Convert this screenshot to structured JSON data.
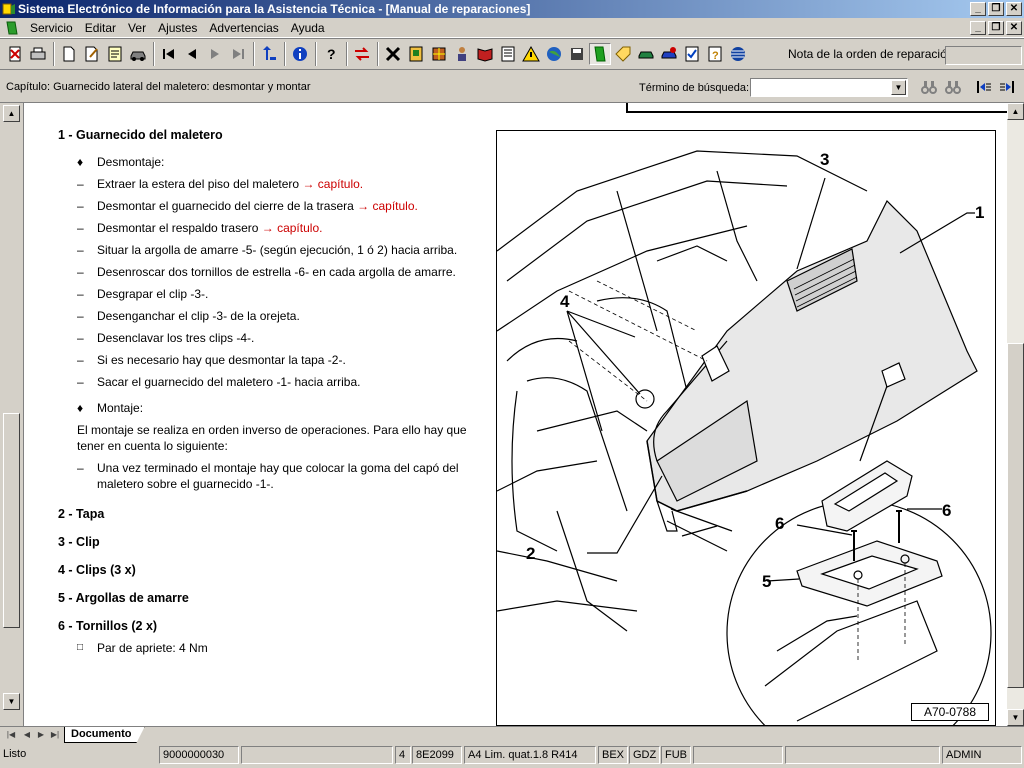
{
  "window": {
    "title": "Sistema Electrónico de Información para la Asistencia Técnica - [Manual de reparaciones]"
  },
  "menu": {
    "items": [
      "Servicio",
      "Editar",
      "Ver",
      "Ajustes",
      "Advertencias",
      "Ayuda"
    ]
  },
  "toolbar": {
    "nota_label": "Nota de la orden de reparación:",
    "nota_value": ""
  },
  "chapter": {
    "label": "Capítulo: Guarnecido lateral del maletero: desmontar y montar"
  },
  "search": {
    "label": "Término de búsqueda:",
    "value": ""
  },
  "document": {
    "section1": "1 - Guarnecido del maletero",
    "desmontaje": "Desmontaje:",
    "steps": [
      {
        "text": "Extraer la estera del piso del maletero ",
        "link": "→ capítulo."
      },
      {
        "text": "Desmontar el guarnecido del cierre de la trasera ",
        "link": "→ capítulo."
      },
      {
        "text": "Desmontar el respaldo trasero ",
        "link": "→ capítulo."
      },
      {
        "text": "Situar la argolla de amarre -5- (según ejecución, 1 ó 2) hacia arriba.",
        "link": ""
      },
      {
        "text": "Desenroscar dos tornillos de estrella -6- en cada argolla de amarre.",
        "link": ""
      },
      {
        "text": "Desgrapar el clip -3-.",
        "link": ""
      },
      {
        "text": "Desenganchar el clip -3- de la orejeta.",
        "link": ""
      },
      {
        "text": "Desenclavar los tres clips -4-.",
        "link": ""
      },
      {
        "text": "Si es necesario hay que desmontar la tapa -2-.",
        "link": ""
      },
      {
        "text": "Sacar el guarnecido del maletero -1- hacia arriba.",
        "link": ""
      }
    ],
    "montaje": "Montaje:",
    "montaje_text": "El montaje se realiza en orden inverso de operaciones. Para ello hay que tener en cuenta lo siguiente:",
    "montaje_step": "Una vez terminado el montaje hay que colocar la goma del capó del maletero sobre el guarnecido -1-.",
    "section2": "2 - Tapa",
    "section3": "3 - Clip",
    "section4": "4 - Clips (3 x)",
    "section5": "5 - Argollas de amarre",
    "section6": "6 - Tornillos (2 x)",
    "torque": "Par de apriete: 4 Nm"
  },
  "figure": {
    "code": "A70-0788",
    "labels": [
      "1",
      "2",
      "3",
      "4",
      "5",
      "6",
      "6"
    ]
  },
  "tabs": {
    "document": "Documento"
  },
  "status": {
    "state": "Listo",
    "order": "9000000030",
    "c3": "",
    "num": "4",
    "code": "8E2099",
    "model": "A4 Lim. quat.1.8 R414",
    "engine": "BEX",
    "gear": "GDZ",
    "fub": "FUB",
    "c10": "",
    "c11": "",
    "user": "ADMIN"
  }
}
